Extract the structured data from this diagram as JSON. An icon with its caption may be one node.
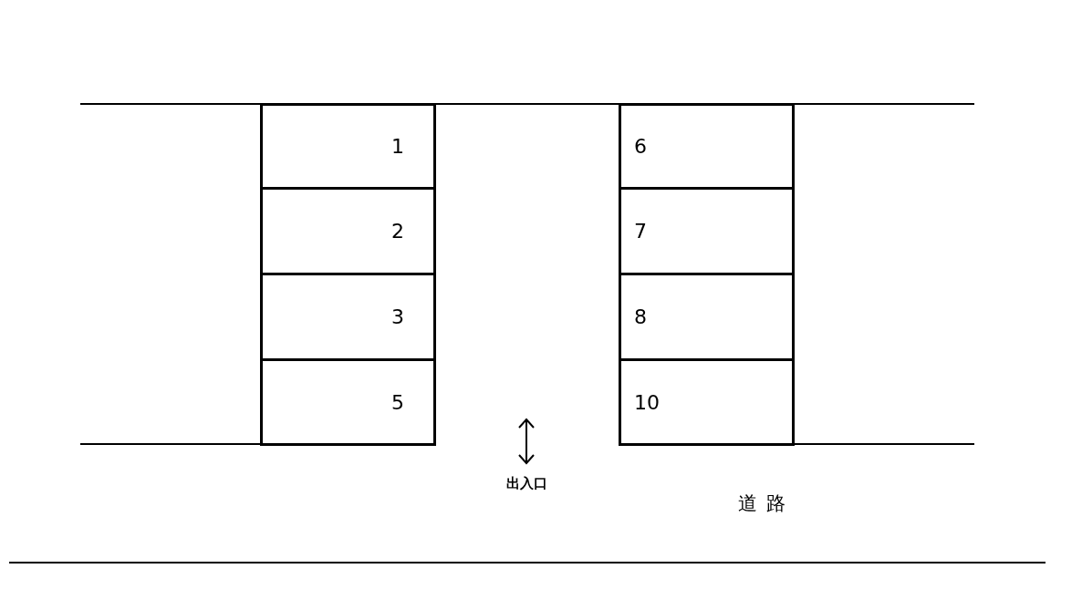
{
  "diagram": {
    "nodes": [
      {
        "text": [
          "1"
        ]
      },
      {
        "text": [
          "2"
        ]
      },
      {
        "text": [
          "3"
        ]
      },
      {
        "text": [
          "5"
        ]
      },
      {
        "text": [
          "6"
        ]
      },
      {
        "text": [
          "7"
        ]
      },
      {
        "text": [
          "8"
        ]
      },
      {
        "text": [
          "10"
        ]
      }
    ],
    "labels": [
      "出入口",
      "道路"
    ]
  }
}
